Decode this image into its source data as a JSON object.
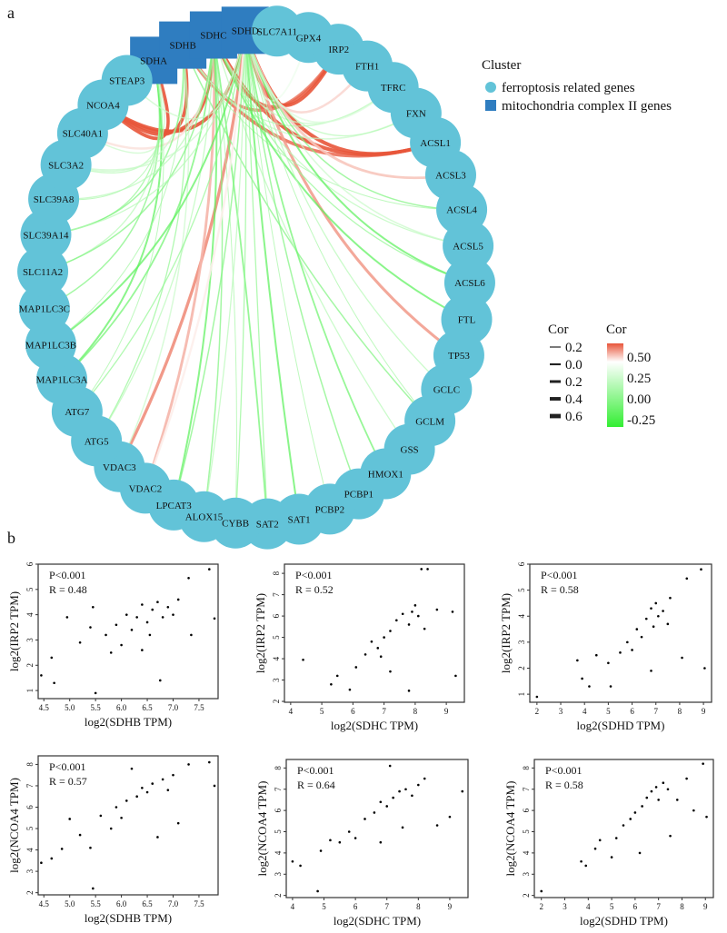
{
  "panel_labels": {
    "a": "a",
    "b": "b"
  },
  "colors": {
    "ferroptosis_node": "#62c3d8",
    "mito_node": "#2f7dc0",
    "cor_high": "#e8553a",
    "cor_mid": "#ffffff",
    "cor_low": "#33ee33"
  },
  "chart_data": [
    {
      "type": "network",
      "layout": "circle",
      "nodes": [
        {
          "id": "SDHA",
          "group": "mito"
        },
        {
          "id": "SDHB",
          "group": "mito"
        },
        {
          "id": "SDHC",
          "group": "mito"
        },
        {
          "id": "SDHD",
          "group": "mito"
        },
        {
          "id": "SLC7A11",
          "group": "ferro"
        },
        {
          "id": "GPX4",
          "group": "ferro"
        },
        {
          "id": "IRP2",
          "group": "ferro"
        },
        {
          "id": "FTH1",
          "group": "ferro"
        },
        {
          "id": "TFRC",
          "group": "ferro"
        },
        {
          "id": "FXN",
          "group": "ferro"
        },
        {
          "id": "ACSL1",
          "group": "ferro"
        },
        {
          "id": "ACSL3",
          "group": "ferro"
        },
        {
          "id": "ACSL4",
          "group": "ferro"
        },
        {
          "id": "ACSL5",
          "group": "ferro"
        },
        {
          "id": "ACSL6",
          "group": "ferro"
        },
        {
          "id": "FTL",
          "group": "ferro"
        },
        {
          "id": "TP53",
          "group": "ferro"
        },
        {
          "id": "GCLC",
          "group": "ferro"
        },
        {
          "id": "GCLM",
          "group": "ferro"
        },
        {
          "id": "GSS",
          "group": "ferro"
        },
        {
          "id": "HMOX1",
          "group": "ferro"
        },
        {
          "id": "PCBP1",
          "group": "ferro"
        },
        {
          "id": "PCBP2",
          "group": "ferro"
        },
        {
          "id": "SAT1",
          "group": "ferro"
        },
        {
          "id": "SAT2",
          "group": "ferro"
        },
        {
          "id": "CYBB",
          "group": "ferro"
        },
        {
          "id": "ALOX15",
          "group": "ferro"
        },
        {
          "id": "LPCAT3",
          "group": "ferro"
        },
        {
          "id": "VDAC2",
          "group": "ferro"
        },
        {
          "id": "VDAC3",
          "group": "ferro"
        },
        {
          "id": "ATG5",
          "group": "ferro"
        },
        {
          "id": "ATG7",
          "group": "ferro"
        },
        {
          "id": "MAP1LC3A",
          "group": "ferro"
        },
        {
          "id": "MAP1LC3B",
          "group": "ferro"
        },
        {
          "id": "MAP1LC3C",
          "group": "ferro"
        },
        {
          "id": "SLC11A2",
          "group": "ferro"
        },
        {
          "id": "SLC39A14",
          "group": "ferro"
        },
        {
          "id": "SLC39A8",
          "group": "ferro"
        },
        {
          "id": "SLC3A2",
          "group": "ferro"
        },
        {
          "id": "SLC40A1",
          "group": "ferro"
        },
        {
          "id": "NCOA4",
          "group": "ferro"
        },
        {
          "id": "STEAP3",
          "group": "ferro"
        }
      ],
      "edges": [
        [
          "SDHA",
          "NCOA4",
          0.55
        ],
        [
          "SDHB",
          "NCOA4",
          0.57
        ],
        [
          "SDHC",
          "NCOA4",
          0.64
        ],
        [
          "SDHD",
          "NCOA4",
          0.58
        ],
        [
          "SDHB",
          "ACSL1",
          0.5
        ],
        [
          "SDHC",
          "ACSL1",
          0.55
        ],
        [
          "SDHD",
          "ACSL1",
          0.6
        ],
        [
          "SDHB",
          "IRP2",
          0.48
        ],
        [
          "SDHC",
          "IRP2",
          0.52
        ],
        [
          "SDHD",
          "IRP2",
          0.58
        ],
        [
          "SDHD",
          "TP53",
          0.42
        ],
        [
          "SDHD",
          "VDAC3",
          0.45
        ],
        [
          "SDHC",
          "VDAC2",
          0.38
        ],
        [
          "SDHD",
          "ACSL3",
          0.35
        ],
        [
          "SDHC",
          "SLC40A1",
          0.3
        ],
        [
          "SDHD",
          "FTH1",
          0.32
        ],
        [
          "SDHD",
          "GPX4",
          0.2
        ],
        [
          "SDHA",
          "SLC40A1",
          0.1
        ],
        [
          "SDHA",
          "SLC3A2",
          0.05
        ],
        [
          "SDHA",
          "SLC39A8",
          0.0
        ],
        [
          "SDHA",
          "SLC39A14",
          -0.05
        ],
        [
          "SDHA",
          "SLC11A2",
          0.05
        ],
        [
          "SDHA",
          "MAP1LC3C",
          -0.1
        ],
        [
          "SDHA",
          "MAP1LC3A",
          -0.2
        ],
        [
          "SDHA",
          "ATG7",
          0.0
        ],
        [
          "SDHB",
          "SLC3A2",
          0.1
        ],
        [
          "SDHB",
          "SLC39A14",
          -0.1
        ],
        [
          "SDHB",
          "MAP1LC3B",
          0.0
        ],
        [
          "SDHB",
          "ATG5",
          -0.05
        ],
        [
          "SDHB",
          "VDAC3",
          0.1
        ],
        [
          "SDHB",
          "TFRC",
          0.05
        ],
        [
          "SDHB",
          "FXN",
          0.1
        ],
        [
          "SDHB",
          "ACSL4",
          0.0
        ],
        [
          "SDHB",
          "GCLM",
          -0.1
        ],
        [
          "SDHC",
          "SLC39A8",
          0.05
        ],
        [
          "SDHC",
          "SLC11A2",
          -0.1
        ],
        [
          "SDHC",
          "MAP1LC3A",
          -0.15
        ],
        [
          "SDHC",
          "ATG5",
          0.05
        ],
        [
          "SDHC",
          "LPCAT3",
          -0.2
        ],
        [
          "SDHC",
          "ALOX15",
          -0.1
        ],
        [
          "SDHC",
          "CYBB",
          0.0
        ],
        [
          "SDHC",
          "SAT2",
          -0.15
        ],
        [
          "SDHC",
          "GSS",
          0.05
        ],
        [
          "SDHC",
          "FTL",
          -0.2
        ],
        [
          "SDHC",
          "ACSL5",
          0.05
        ],
        [
          "SDHC",
          "TFRC",
          0.1
        ],
        [
          "SDHC",
          "ACSL6",
          -0.05
        ],
        [
          "SDHD",
          "SAT1",
          -0.2
        ],
        [
          "SDHD",
          "PCBP2",
          0.0
        ],
        [
          "SDHD",
          "PCBP1",
          -0.1
        ],
        [
          "SDHD",
          "HMOX1",
          -0.15
        ],
        [
          "SDHD",
          "GCLC",
          0.05
        ],
        [
          "SDHD",
          "GCLM",
          0.0
        ],
        [
          "SDHD",
          "ACSL4",
          -0.1
        ],
        [
          "SDHD",
          "ACSL5",
          0.1
        ],
        [
          "SDHD",
          "ACSL6",
          -0.2
        ],
        [
          "SDHD",
          "FXN",
          0.05
        ],
        [
          "SDHD",
          "TFRC",
          0.15
        ],
        [
          "SDHD",
          "CYBB",
          -0.05
        ],
        [
          "SDHD",
          "ALOX15",
          0.05
        ],
        [
          "SDHD",
          "LPCAT3",
          -0.1
        ],
        [
          "SDHD",
          "ATG7",
          -0.05
        ],
        [
          "SDHD",
          "MAP1LC3B",
          -0.2
        ],
        [
          "SDHD",
          "SLC39A14",
          0.05
        ],
        [
          "SDHD",
          "SLC3A2",
          0.1
        ],
        [
          "SDHD",
          "SAT2",
          -0.05
        ],
        [
          "SDHD",
          "VDAC2",
          0.28
        ],
        [
          "SDHD",
          "STEAP3",
          0.1
        ]
      ],
      "legend_cluster": {
        "title": "Cluster",
        "items": [
          "ferroptosis related genes",
          "mitochondria complex II genes"
        ]
      },
      "legend_width": {
        "title": "Cor",
        "labels": [
          "0.2",
          "0.0",
          "0.2",
          "0.4",
          "0.6"
        ]
      },
      "legend_color": {
        "title": "Cor",
        "labels": [
          "0.50",
          "0.25",
          "0.00",
          "-0.25"
        ],
        "range": [
          -0.3,
          0.6
        ]
      }
    },
    {
      "type": "scatter",
      "xlabel": "log2(SDHB TPM)",
      "ylabel": "log2(IRP2 TPM)",
      "p": "P<0.001",
      "r": "R = 0.48",
      "xticks": [
        "4.5",
        "5.0",
        "5.5",
        "6.0",
        "6.5",
        "7.0",
        "7.5"
      ],
      "yticks": [
        "1",
        "2",
        "3",
        "4",
        "5",
        "6"
      ],
      "xlim": [
        4.39,
        7.87
      ],
      "ylim": [
        0.68,
        6.0
      ],
      "points": [
        [
          4.45,
          1.6
        ],
        [
          4.7,
          1.3
        ],
        [
          4.65,
          2.3
        ],
        [
          4.95,
          3.9
        ],
        [
          5.2,
          2.9
        ],
        [
          5.4,
          3.5
        ],
        [
          5.45,
          4.3
        ],
        [
          5.5,
          0.9
        ],
        [
          5.7,
          3.2
        ],
        [
          5.8,
          2.5
        ],
        [
          5.9,
          3.6
        ],
        [
          6.0,
          2.8
        ],
        [
          6.1,
          4.0
        ],
        [
          6.2,
          3.4
        ],
        [
          6.3,
          3.9
        ],
        [
          6.4,
          4.4
        ],
        [
          6.5,
          3.7
        ],
        [
          6.6,
          4.2
        ],
        [
          6.7,
          4.5
        ],
        [
          6.8,
          3.9
        ],
        [
          6.9,
          4.3
        ],
        [
          7.0,
          4.0
        ],
        [
          7.1,
          4.6
        ],
        [
          7.3,
          5.45
        ],
        [
          7.35,
          3.2
        ],
        [
          7.7,
          5.8
        ],
        [
          7.8,
          3.85
        ],
        [
          6.75,
          1.4
        ],
        [
          6.4,
          2.6
        ],
        [
          6.55,
          3.2
        ]
      ]
    },
    {
      "type": "scatter",
      "xlabel": "log2(SDHC TPM)",
      "ylabel": "log2(IRP2 TPM)",
      "p": "P<0.001",
      "r": "R = 0.52",
      "xticks": [
        "4",
        "5",
        "6",
        "7",
        "8",
        "9"
      ],
      "yticks": [
        "2",
        "3",
        "4",
        "5",
        "6",
        "7",
        "8"
      ],
      "xlim": [
        3.8,
        9.58
      ],
      "ylim": [
        1.96,
        8.43
      ],
      "points": [
        [
          4.4,
          3.95
        ],
        [
          5.3,
          2.8
        ],
        [
          5.5,
          3.2
        ],
        [
          5.9,
          2.55
        ],
        [
          6.1,
          3.6
        ],
        [
          6.4,
          4.2
        ],
        [
          6.6,
          4.8
        ],
        [
          6.8,
          4.5
        ],
        [
          7.0,
          5.0
        ],
        [
          7.2,
          5.3
        ],
        [
          7.4,
          5.8
        ],
        [
          7.6,
          6.1
        ],
        [
          7.8,
          5.6
        ],
        [
          7.9,
          6.2
        ],
        [
          8.1,
          6.0
        ],
        [
          8.3,
          5.4
        ],
        [
          8.2,
          8.2
        ],
        [
          8.4,
          8.2
        ],
        [
          8.7,
          6.3
        ],
        [
          9.2,
          6.2
        ],
        [
          9.3,
          3.2
        ],
        [
          7.8,
          2.5
        ],
        [
          7.2,
          3.4
        ],
        [
          6.9,
          4.1
        ],
        [
          8.0,
          6.5
        ]
      ]
    },
    {
      "type": "scatter",
      "xlabel": "log2(SDHD TPM)",
      "ylabel": "log2(IRP2 TPM)",
      "p": "P<0.001",
      "r": "R = 0.58",
      "xticks": [
        "2",
        "3",
        "4",
        "5",
        "6",
        "7",
        "8",
        "9"
      ],
      "yticks": [
        "1",
        "2",
        "3",
        "4",
        "5",
        "6"
      ],
      "xlim": [
        1.7,
        9.34
      ],
      "ylim": [
        0.69,
        6.0
      ],
      "points": [
        [
          2.0,
          0.9
        ],
        [
          3.7,
          2.3
        ],
        [
          3.9,
          1.6
        ],
        [
          4.2,
          1.3
        ],
        [
          4.5,
          2.5
        ],
        [
          5.0,
          2.2
        ],
        [
          5.1,
          1.3
        ],
        [
          5.5,
          2.6
        ],
        [
          5.8,
          3.0
        ],
        [
          6.0,
          2.7
        ],
        [
          6.2,
          3.5
        ],
        [
          6.4,
          3.2
        ],
        [
          6.6,
          3.9
        ],
        [
          6.8,
          4.3
        ],
        [
          6.9,
          3.6
        ],
        [
          7.0,
          4.5
        ],
        [
          7.1,
          4.0
        ],
        [
          7.3,
          4.2
        ],
        [
          7.5,
          3.7
        ],
        [
          7.6,
          4.7
        ],
        [
          8.1,
          2.4
        ],
        [
          8.3,
          5.45
        ],
        [
          8.9,
          5.8
        ],
        [
          9.05,
          2.0
        ],
        [
          6.8,
          1.9
        ]
      ]
    },
    {
      "type": "scatter",
      "xlabel": "log2(SDHB TPM)",
      "ylabel": "log2(NCOA4 TPM)",
      "p": "P<0.001",
      "r": "R = 0.57",
      "xticks": [
        "4.5",
        "5.0",
        "5.5",
        "6.0",
        "6.5",
        "7.0",
        "7.5"
      ],
      "yticks": [
        "2",
        "3",
        "4",
        "5",
        "6",
        "7",
        "8"
      ],
      "xlim": [
        4.39,
        7.87
      ],
      "ylim": [
        1.9,
        8.4
      ],
      "points": [
        [
          4.45,
          3.4
        ],
        [
          4.65,
          3.6
        ],
        [
          4.85,
          4.05
        ],
        [
          5.0,
          5.45
        ],
        [
          5.2,
          4.7
        ],
        [
          5.45,
          2.2
        ],
        [
          5.4,
          4.1
        ],
        [
          5.6,
          5.6
        ],
        [
          5.8,
          5.0
        ],
        [
          5.9,
          6.0
        ],
        [
          6.0,
          5.5
        ],
        [
          6.1,
          6.3
        ],
        [
          6.2,
          7.8
        ],
        [
          6.3,
          6.5
        ],
        [
          6.4,
          6.9
        ],
        [
          6.5,
          6.7
        ],
        [
          6.6,
          7.1
        ],
        [
          6.7,
          4.6
        ],
        [
          6.8,
          7.3
        ],
        [
          6.9,
          6.8
        ],
        [
          7.0,
          7.5
        ],
        [
          7.1,
          5.25
        ],
        [
          7.3,
          8.0
        ],
        [
          7.7,
          8.1
        ],
        [
          7.8,
          7.0
        ]
      ]
    },
    {
      "type": "scatter",
      "xlabel": "log2(SDHC TPM)",
      "ylabel": "log2(NCOA4 TPM)",
      "p": "P<0.001",
      "r": "R = 0.64",
      "xticks": [
        "4",
        "5",
        "6",
        "7",
        "8",
        "9"
      ],
      "yticks": [
        "2",
        "3",
        "4",
        "5",
        "6",
        "7",
        "8"
      ],
      "xlim": [
        3.8,
        9.58
      ],
      "ylim": [
        1.9,
        8.4
      ],
      "points": [
        [
          4.0,
          3.6
        ],
        [
          4.25,
          3.4
        ],
        [
          4.8,
          2.2
        ],
        [
          4.9,
          4.1
        ],
        [
          5.2,
          4.6
        ],
        [
          5.5,
          4.5
        ],
        [
          5.8,
          5.0
        ],
        [
          6.0,
          4.7
        ],
        [
          6.3,
          5.6
        ],
        [
          6.6,
          5.9
        ],
        [
          6.8,
          6.4
        ],
        [
          7.0,
          6.2
        ],
        [
          7.1,
          8.1
        ],
        [
          7.2,
          6.6
        ],
        [
          7.4,
          6.9
        ],
        [
          7.6,
          7.0
        ],
        [
          7.8,
          6.7
        ],
        [
          8.0,
          7.2
        ],
        [
          8.2,
          7.5
        ],
        [
          8.6,
          5.3
        ],
        [
          9.0,
          5.7
        ],
        [
          9.4,
          6.9
        ],
        [
          7.5,
          5.2
        ],
        [
          6.8,
          4.5
        ]
      ]
    },
    {
      "type": "scatter",
      "xlabel": "log2(SDHD TPM)",
      "ylabel": "log2(NCOA4 TPM)",
      "p": "P<0.001",
      "r": "R = 0.58",
      "xticks": [
        "2",
        "3",
        "4",
        "5",
        "6",
        "7",
        "8",
        "9"
      ],
      "yticks": [
        "2",
        "3",
        "4",
        "5",
        "6",
        "7",
        "8"
      ],
      "xlim": [
        1.7,
        9.34
      ],
      "ylim": [
        1.9,
        8.4
      ],
      "points": [
        [
          2.0,
          2.2
        ],
        [
          3.7,
          3.6
        ],
        [
          3.9,
          3.4
        ],
        [
          4.3,
          4.2
        ],
        [
          4.5,
          4.6
        ],
        [
          5.0,
          3.8
        ],
        [
          5.2,
          4.7
        ],
        [
          5.5,
          5.3
        ],
        [
          5.8,
          5.6
        ],
        [
          6.0,
          5.9
        ],
        [
          6.2,
          4.0
        ],
        [
          6.3,
          6.2
        ],
        [
          6.5,
          6.6
        ],
        [
          6.7,
          6.9
        ],
        [
          6.9,
          7.1
        ],
        [
          7.0,
          6.5
        ],
        [
          7.2,
          7.3
        ],
        [
          7.4,
          7.0
        ],
        [
          7.5,
          4.8
        ],
        [
          7.8,
          6.5
        ],
        [
          8.2,
          7.5
        ],
        [
          8.5,
          6.0
        ],
        [
          8.9,
          8.2
        ],
        [
          9.05,
          5.7
        ]
      ]
    }
  ]
}
